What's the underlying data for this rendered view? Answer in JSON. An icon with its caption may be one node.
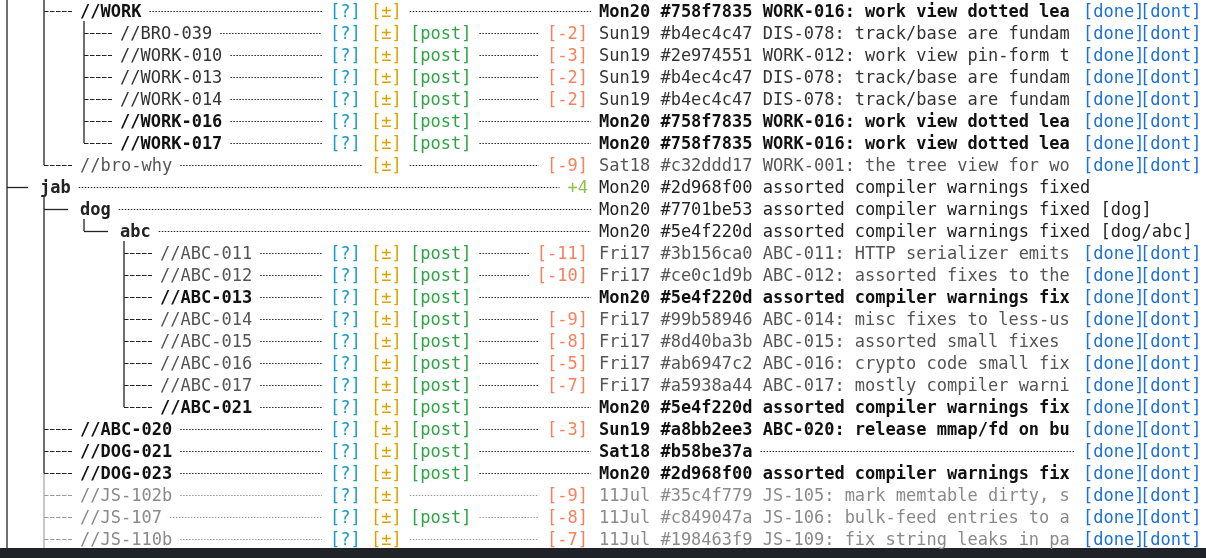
{
  "diagram": {
    "labels": [
      "//WORK",
      "[?]",
      "[±]",
      "Mon20 #758f7835 WORK-016: work view dotted lea",
      "[done]",
      "[dont]",
      "//BRO-039",
      "[?]",
      "[±]",
      "[post]",
      "[-2]",
      "Sun19 #b4ec4c47 DIS-078: track/base are fundam",
      "[done]",
      "[dont]",
      "//WORK-010",
      "[?]",
      "[±]",
      "[post]",
      "[-3]",
      "Sun19 #2e974551 WORK-012: work view pin-form t",
      "[done]",
      "[dont]",
      "//WORK-013",
      "[?]",
      "[±]",
      "[post]",
      "[-2]",
      "Sun19 #b4ec4c47 DIS-078: track/base are fundam",
      "[done]",
      "[dont]",
      "//WORK-014",
      "[?]",
      "[±]",
      "[post]",
      "[-2]",
      "Sun19 #b4ec4c47 DIS-078: track/base are fundam",
      "[done]",
      "[dont]",
      "//WORK-016",
      "[?]",
      "[±]",
      "[post]",
      "Mon20 #758f7835 WORK-016: work view dotted lea",
      "[done]",
      "[dont]",
      "//WORK-017",
      "[?]",
      "[±]",
      "[post]",
      "Mon20 #758f7835 WORK-016: work view dotted lea",
      "[done]",
      "[dont]",
      "//bro-why",
      "[±]",
      "[-9]",
      "Sat18 #c32ddd17 WORK-001: the tree view for wo",
      "[done]",
      "[dont]",
      "jab",
      "+4",
      "Mon20 #2d968f00 assorted compiler warnings fixed",
      "dog",
      "Mon20 #7701be53 assorted compiler warnings fixed [dog]",
      "abc",
      "Mon20 #5e4f220d assorted compiler warnings fixed [dog/abc]",
      "//ABC-011",
      "[?]",
      "[±]",
      "[post]",
      "[-11]",
      "Fri17 #3b156ca0 ABC-011: HTTP serializer emits",
      "[done]",
      "[dont]",
      "//ABC-012",
      "[?]",
      "[±]",
      "[post]",
      "[-10]",
      "Fri17 #ce0c1d9b ABC-012: assorted fixes to the",
      "[done]",
      "[dont]",
      "//ABC-013",
      "[?]",
      "[±]",
      "[post]",
      "Mon20 #5e4f220d assorted compiler warnings fix",
      "[done]",
      "[dont]",
      "//ABC-014",
      "[?]",
      "[±]",
      "[post]",
      "[-9]",
      "Fri17 #99b58946 ABC-014: misc fixes to less-us",
      "[done]",
      "[dont]",
      "//ABC-015",
      "[?]",
      "[±]",
      "[post]",
      "[-8]",
      "Fri17 #8d40ba3b ABC-015: assorted small fixes",
      "[done]",
      "[dont]",
      "//ABC-016",
      "[?]",
      "[±]",
      "[post]",
      "[-5]",
      "Fri17 #ab6947c2 ABC-016: crypto code small fix",
      "[done]",
      "[dont]",
      "//ABC-017",
      "[?]",
      "[±]",
      "[post]",
      "[-7]",
      "Fri17 #a5938a44 ABC-017: mostly compiler warni",
      "[done]",
      "[dont]",
      "//ABC-021",
      "[?]",
      "[±]",
      "[post]",
      "Mon20 #5e4f220d assorted compiler warnings fix",
      "[done]",
      "[dont]",
      "//ABC-020",
      "[?]",
      "[±]",
      "[post]",
      "[-3]",
      "Sun19 #a8bb2ee3 ABC-020: release mmap/fd on bu",
      "[done]",
      "[dont]",
      "//DOG-021",
      "[?]",
      "[±]",
      "[post]",
      "Sat18 #b58be37a",
      "[done]",
      "[dont]",
      "//DOG-023",
      "[?]",
      "[±]",
      "[post]",
      "Mon20 #2d968f00 assorted compiler warnings fix",
      "[done]",
      "[dont]",
      "//JS-102b",
      "[?]",
      "[±]",
      "[-9]",
      "11Jul #35c4f779 JS-105: mark memtable dirty, s",
      "[done]",
      "[dont]",
      "//JS-107",
      "[?]",
      "[±]",
      "[post]",
      "[-8]",
      "11Jul #c849047a JS-106: bulk-feed entries to a",
      "[done]",
      "[dont]",
      "//JS-110b",
      "[?]",
      "[±]",
      "[-7]",
      "11Jul #198463f9 JS-109: fix string leaks in pa",
      "[done]",
      "[dont]"
    ]
  }
}
